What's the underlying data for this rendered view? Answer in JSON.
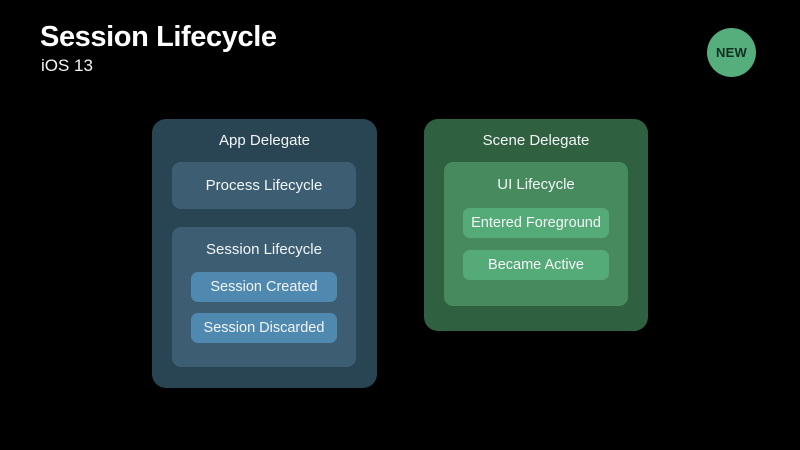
{
  "slide": {
    "title": "Session Lifecycle",
    "subtitle": "iOS 13",
    "badge_label": "NEW"
  },
  "colors": {
    "background": "#000000",
    "text": "#f2f5f6",
    "badge_bg": "#55ae7c",
    "badge_text": "#0f2f20",
    "app_card_bg": "#294553",
    "app_inner_bg": "#3d5e72",
    "app_pill_bg": "#4f89b0",
    "scene_card_bg": "#2f6040",
    "scene_inner_bg": "#478a5e",
    "scene_pill_bg": "#55ab77"
  },
  "app_delegate": {
    "title": "App Delegate",
    "process_box": {
      "label": "Process Lifecycle"
    },
    "session_box": {
      "label": "Session Lifecycle",
      "items": [
        {
          "label": "Session Created"
        },
        {
          "label": "Session Discarded"
        }
      ]
    }
  },
  "scene_delegate": {
    "title": "Scene Delegate",
    "ui_box": {
      "label": "UI Lifecycle",
      "items": [
        {
          "label": "Entered Foreground"
        },
        {
          "label": "Became Active"
        }
      ]
    }
  }
}
